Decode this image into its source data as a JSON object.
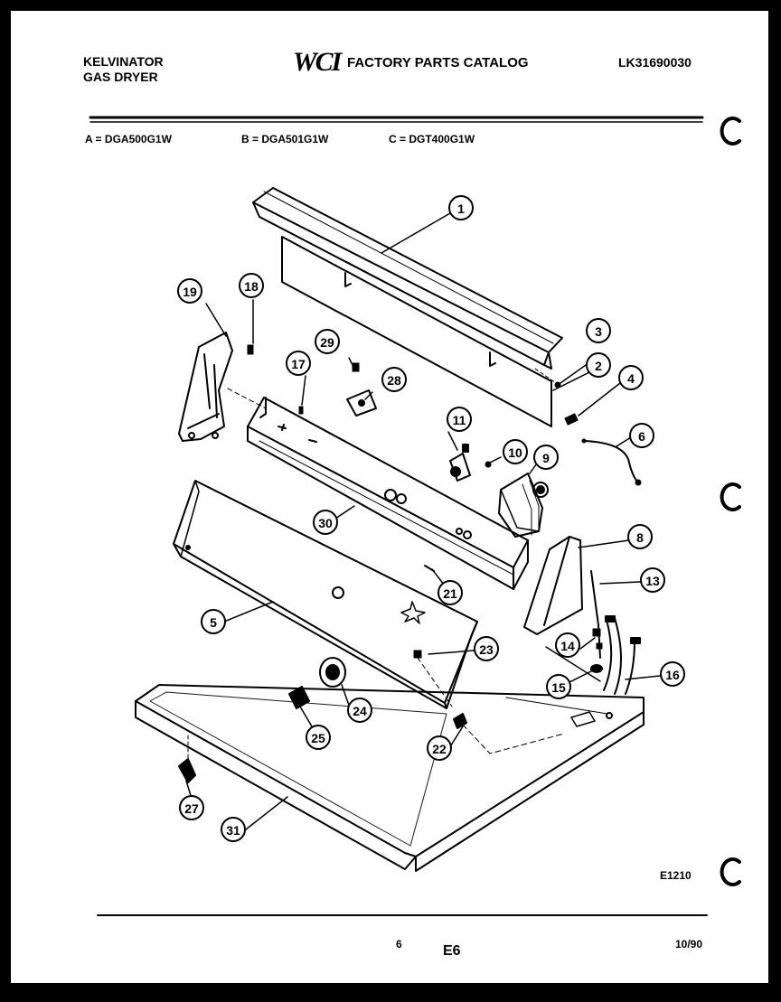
{
  "header": {
    "brand_line1": "KELVINATOR",
    "brand_line2": "GAS DRYER",
    "logo_text": "WCI",
    "catalog_title": "FACTORY PARTS CATALOG",
    "catalog_number": "LK31690030"
  },
  "models": [
    "A = DGA500G1W",
    "B = DGA501G1W",
    "C = DGT400G1W"
  ],
  "callouts": [
    {
      "id": "1"
    },
    {
      "id": "2"
    },
    {
      "id": "3"
    },
    {
      "id": "4"
    },
    {
      "id": "5"
    },
    {
      "id": "6"
    },
    {
      "id": "8"
    },
    {
      "id": "9"
    },
    {
      "id": "10"
    },
    {
      "id": "11"
    },
    {
      "id": "13"
    },
    {
      "id": "14"
    },
    {
      "id": "15"
    },
    {
      "id": "16"
    },
    {
      "id": "17"
    },
    {
      "id": "18"
    },
    {
      "id": "19"
    },
    {
      "id": "21"
    },
    {
      "id": "22"
    },
    {
      "id": "23"
    },
    {
      "id": "24"
    },
    {
      "id": "25"
    },
    {
      "id": "27"
    },
    {
      "id": "28"
    },
    {
      "id": "29"
    },
    {
      "id": "30"
    },
    {
      "id": "31"
    }
  ],
  "figure_code": "E1210",
  "footer": {
    "page_number": "6",
    "section": "E6",
    "date": "10/90"
  }
}
